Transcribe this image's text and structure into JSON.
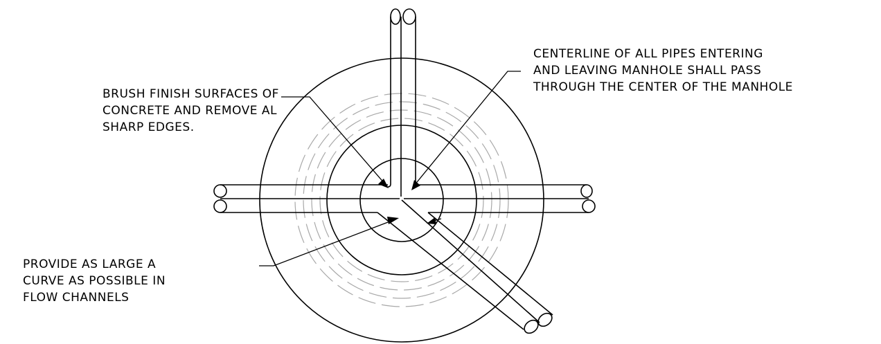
{
  "diagram": {
    "notes": {
      "centerline": {
        "line1": "CENTERLINE OF ALL PIPES ENTERING",
        "line2": "AND LEAVING MANHOLE SHALL PASS",
        "line3": "THROUGH THE CENTER OF THE MANHOLE"
      },
      "brush": {
        "line1": "BRUSH FINISH SURFACES OF",
        "line2": "CONCRETE AND REMOVE AL",
        "line3": "SHARP EDGES."
      },
      "curve": {
        "line1": "PROVIDE AS LARGE A",
        "line2": "CURVE AS POSSIBLE IN",
        "line3": "FLOW CHANNELS"
      }
    },
    "colors": {
      "linework": "#000000",
      "hidden_lines": "#a8a8a8",
      "background": "#ffffff"
    }
  }
}
